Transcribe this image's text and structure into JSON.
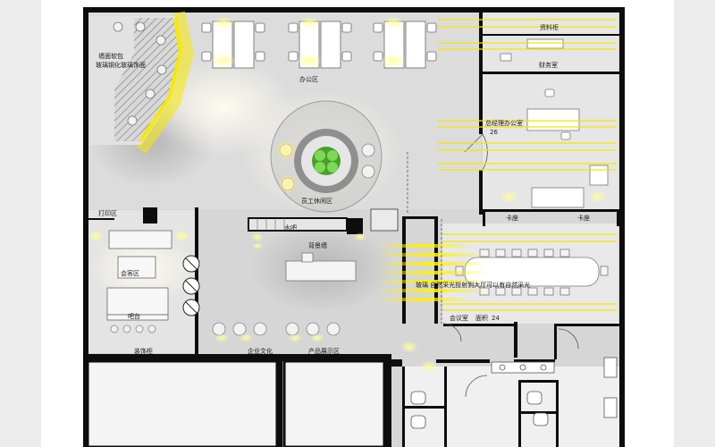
{
  "labels": {
    "wall_feature_1": "墙面软包",
    "wall_feature_2": "玻璃钢化玻璃饰面",
    "office_area": "办公区",
    "archive_room": "资料柜",
    "finance_room": "财务室",
    "gm_office": "总经理办公室",
    "gm_office_area": "26",
    "staff_lounge": "员工休闲区",
    "print_area": "打印区",
    "water_bar": "水吧",
    "backdrop_wall": "背景墙",
    "card_seat_1": "卡座",
    "card_seat_2": "卡座",
    "reception_area": "会客区",
    "front_desk": "吧台",
    "glass_note": "玻璃  自然采光投射到大厅可以有自然采光",
    "meeting_room": "会议室",
    "meeting_area_label": "面积",
    "meeting_area_value": "24",
    "display_cabinet": "装饰柜",
    "corporate_culture": "企业文化",
    "product_display": "产品展示区"
  },
  "colors": {
    "wall": "#0d0d0d",
    "floor": "#d9d9d9",
    "light_glow": "#f5e600",
    "plant": "#5cbf3a",
    "background": "#ffffff"
  }
}
